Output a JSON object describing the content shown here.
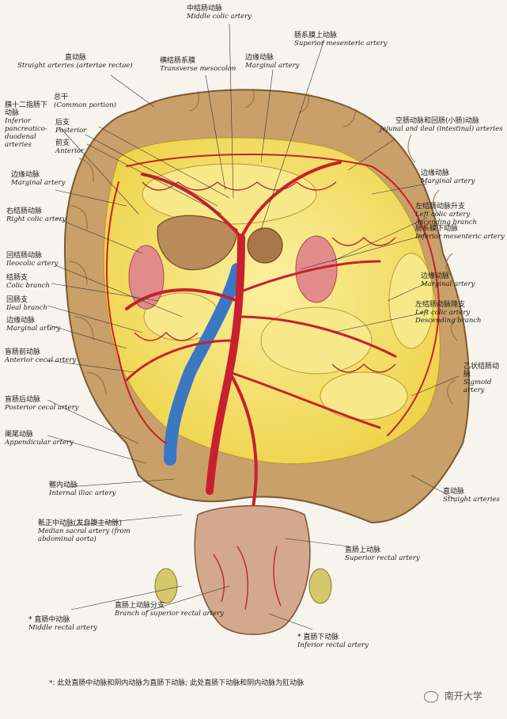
{
  "labels": {
    "middle_colic": {
      "zh": "中结肠动脉",
      "en": "Middle colic artery"
    },
    "superior_mesenteric": {
      "zh": "肠系膜上动脉",
      "en": "Superior mesenteric artery"
    },
    "transverse_mesocolon": {
      "zh": "横结肠系膜",
      "en": "Transverse mesocolon"
    },
    "marginal_top": {
      "zh": "边缘动脉",
      "en": "Marginal artery"
    },
    "straight_top": {
      "zh": "直动脉",
      "en": "Straight arteries (arteriae rectae)"
    },
    "inferior_pancreatico": {
      "zh": "胰十二指肠下动脉",
      "en": "Inferior pancreatico-duodenal arteries"
    },
    "common_portion": {
      "zh": "总干",
      "en": "(Common portion)"
    },
    "posterior": {
      "zh": "后支",
      "en": "Posterior"
    },
    "anterior": {
      "zh": "前支",
      "en": "Anterior"
    },
    "jejunal": {
      "zh": "空肠动脉和回肠(小肠)动脉",
      "en": "Jejunal and ileal (intestinal) arteries"
    },
    "marginal_left": {
      "zh": "边缘动脉",
      "en": "Marginal artery"
    },
    "right_colic": {
      "zh": "右结肠动脉",
      "en": "Right colic artery"
    },
    "marginal_right1": {
      "zh": "边缘动脉",
      "en": "Marginal artery"
    },
    "left_colic_asc": {
      "zh": "左结肠动脉升支",
      "en": "Left colic artery Ascending branch"
    },
    "inferior_mesenteric": {
      "zh": "肠系膜下动脉",
      "en": "Inferior mesenteric artery"
    },
    "ileocolic": {
      "zh": "回结肠动脉",
      "en": "Ileocolic artery"
    },
    "colic_branch": {
      "zh": "结肠支",
      "en": "Colic branch"
    },
    "ileal_branch": {
      "zh": "回肠支",
      "en": "Ileal branch"
    },
    "marginal_left2": {
      "zh": "边缘动脉",
      "en": "Marginal artery"
    },
    "anterior_cecal": {
      "zh": "盲肠前动脉",
      "en": "Anterior cecal artery"
    },
    "marginal_right2": {
      "zh": "边缘动脉",
      "en": "Marginal artery"
    },
    "left_colic_desc": {
      "zh": "左结肠动脉降支",
      "en": "Left colic artery Descending branch"
    },
    "posterior_cecal": {
      "zh": "盲肠后动脉",
      "en": "Posterior cecal artery"
    },
    "sigmoid": {
      "zh": "乙状结肠动脉",
      "en": "Sigmoid artery"
    },
    "appendicular": {
      "zh": "阑尾动脉",
      "en": "Appendicular artery"
    },
    "straight_bottom": {
      "zh": "直动脉",
      "en": "Straight arteries"
    },
    "internal_iliac": {
      "zh": "髂内动脉",
      "en": "Internal iliac artery"
    },
    "median_sacral": {
      "zh": "骶正中动脉(发自腹主动脉)",
      "en": "Median sacral artery (from abdominal aorta)"
    },
    "superior_rectal": {
      "zh": "直肠上动脉",
      "en": "Superior rectal artery"
    },
    "middle_rectal": {
      "zh": "* 直肠中动脉",
      "en": "Middle rectal artery"
    },
    "branch_superior_rectal": {
      "zh": "直肠上动脉分支",
      "en": "Branch of superior rectal artery"
    },
    "inferior_rectal": {
      "zh": "* 直肠下动脉",
      "en": "Inferior rectal artery"
    }
  },
  "footer": "*: 此处直肠中动脉和阴内动脉为直肠下动脉; 此处直肠下动脉和阴内动脉为肛动脉",
  "watermark": "南开大学",
  "colors": {
    "colon": "#c9a06a",
    "fat": "#f1dc5a",
    "artery": "#c8202e",
    "vein": "#3a78c4",
    "ink": "#222222"
  }
}
